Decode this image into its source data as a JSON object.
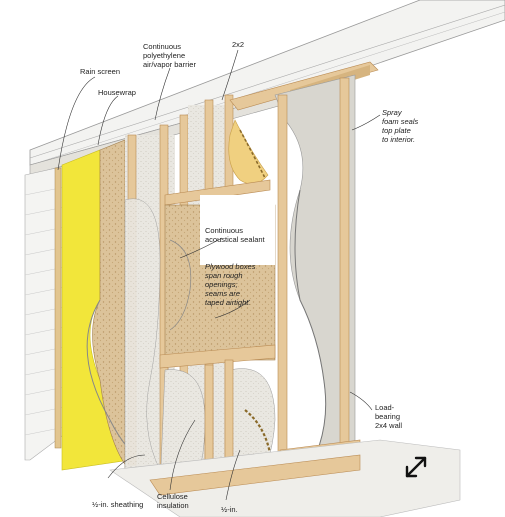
{
  "labels": {
    "vapor_barrier": "Continuous\npolyethylene\nair/vapor barrier",
    "two_by_two": "2x2",
    "rain_screen": "Rain screen",
    "housewrap": "Housewrap",
    "spray_foam": "Spray\nfoam seals\ntop plate\nto interior.",
    "acoustical_sealant": "Continuous\nacoustical sealant",
    "plywood_boxes": "Plywood boxes\nspan rough\nopenings;\nseams are\ntaped airtight.",
    "load_bearing": "Load-\nbearing\n2x4 wall",
    "sheathing": "½-in. sheathing",
    "cellulose": "Cellulose\ninsulation",
    "half_in_partial": "½-in."
  },
  "controls": {
    "expand_icon": "expand-arrows-icon"
  },
  "colors": {
    "lumber": "#e6c89a",
    "lumber_dark": "#b98a52",
    "osb": "#dcc39a",
    "housewrap": "#f2e63a",
    "cellulose": "#e8e6df",
    "siding": "#f4f4f2",
    "foam": "#f0d080",
    "line": "#333333"
  }
}
